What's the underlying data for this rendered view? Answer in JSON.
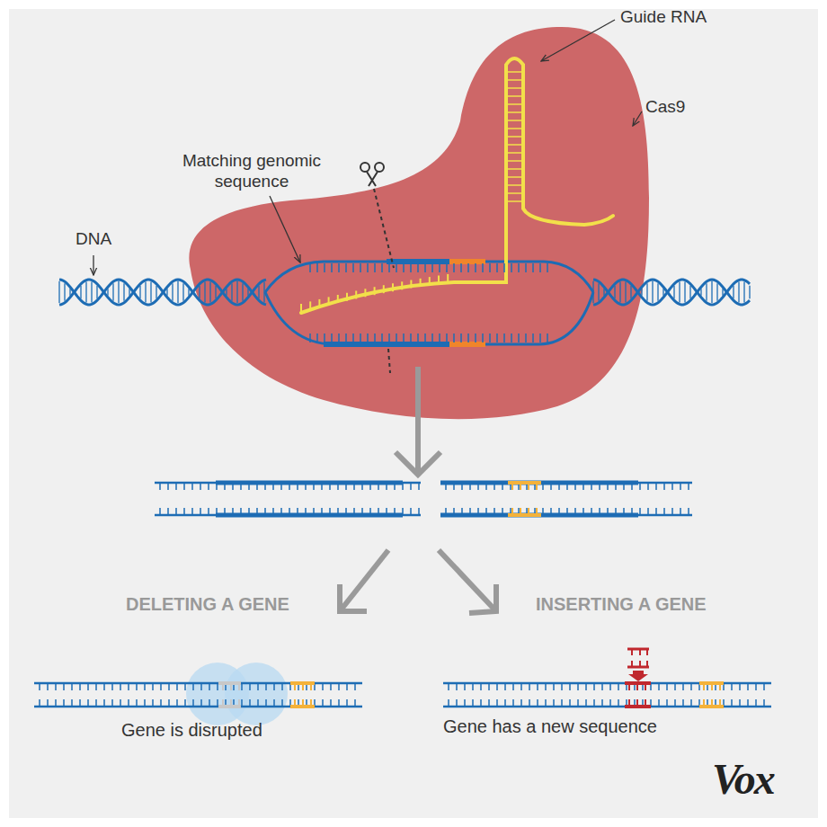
{
  "diagram": {
    "labels": [
      "Guide RNA",
      "Cas9",
      "Matching genomic sequence",
      "DNA",
      "DELETING A GENE",
      "INSERTING A GENE",
      "Gene is disrupted",
      "Gene has a new sequence",
      "Vox"
    ]
  }
}
